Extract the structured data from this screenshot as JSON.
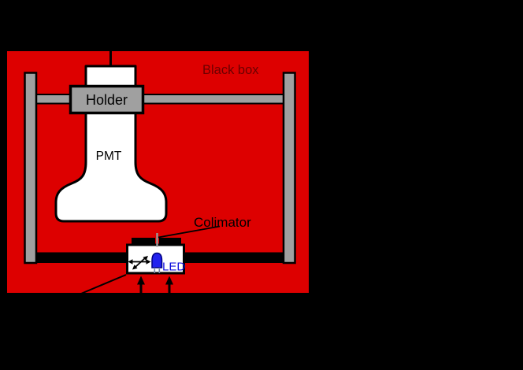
{
  "labels": {
    "black_box": "Black box",
    "holder": "Holder",
    "pmt": "PMT",
    "colimator": "Colimator",
    "led": "LED"
  },
  "colors": {
    "background": "#000000",
    "box_red": "#DD0000",
    "black_box_label": "#6B0000",
    "metal_gray": "#A0A0A0",
    "pmt_white": "#FFFFFF",
    "led_blue": "#2222EE",
    "led_label_blue": "#1111DD",
    "light_path_gray": "#999999",
    "outline_black": "#000000"
  }
}
